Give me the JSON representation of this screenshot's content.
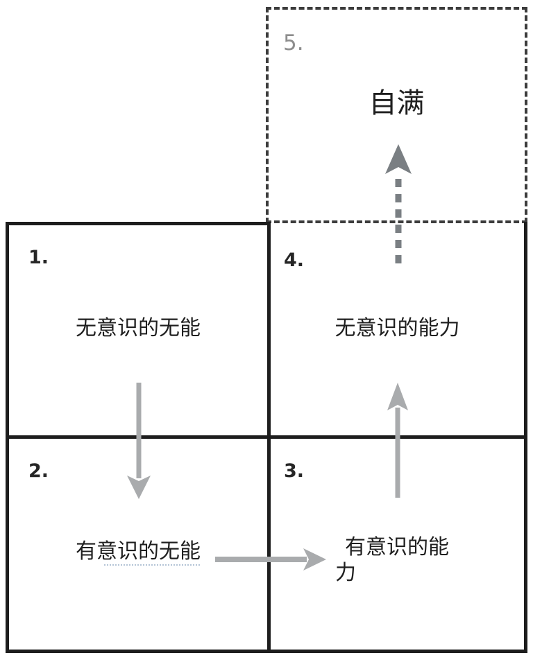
{
  "boxes": [
    {
      "number": "1.",
      "label": "无意识的无能"
    },
    {
      "number": "2.",
      "label": "有意识的无能"
    },
    {
      "number": "3.",
      "label": "有意识的能\n力"
    },
    {
      "number": "4.",
      "label": "无意识的能力"
    },
    {
      "number": "5.",
      "label": "自满"
    }
  ],
  "arrows": [
    {
      "name": "arrow-1-to-2",
      "direction": "down",
      "style": "solid"
    },
    {
      "name": "arrow-2-to-3",
      "direction": "right",
      "style": "solid"
    },
    {
      "name": "arrow-3-to-4",
      "direction": "up",
      "style": "solid"
    },
    {
      "name": "arrow-4-to-5",
      "direction": "up",
      "style": "dashed"
    }
  ],
  "colors": {
    "grid_line": "#1d1d1d",
    "dashed_box": "#3c3c3c",
    "arrow_solid": "#a9abad",
    "arrow_dashed": "#7a7f83",
    "text_dark": "#1f1f1f",
    "number_dark": "#262626",
    "number_gray": "#8d8d8d",
    "underline_dotted": "#b3c3d6",
    "bg": "#ffffff"
  }
}
